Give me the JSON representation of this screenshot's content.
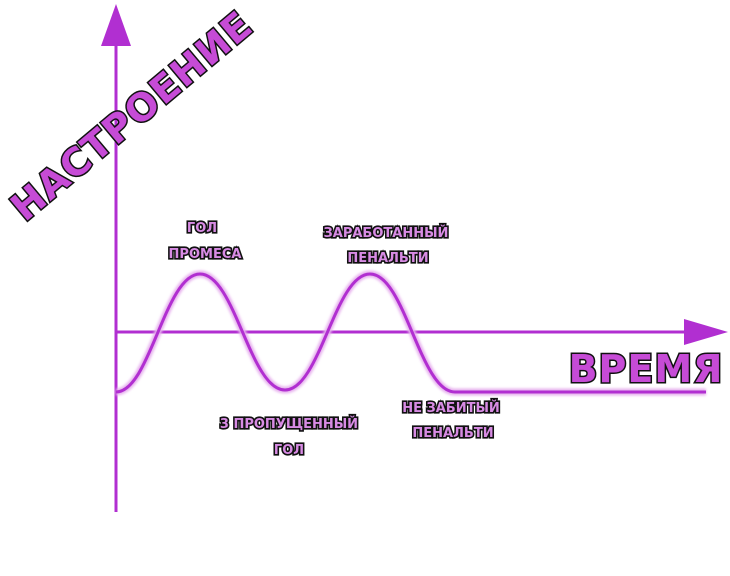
{
  "axes": {
    "y_label": "НАСТРОЕНИЕ",
    "x_label": "ВРЕМЯ"
  },
  "annotations": {
    "goal_miss": {
      "line1": "ГОЛ",
      "line2": "ПРОМЕСА"
    },
    "earned_penalty": {
      "line1": "ЗАРАБОТАННЫЙ",
      "line2": "ПЕНАЛЬТИ"
    },
    "conceded_goal": {
      "line1": "3 ПРОПУЩЕННЫЙ",
      "line2": "ГОЛ"
    },
    "missed_penalty": {
      "line1": "НЕ ЗАБИТЫЙ",
      "line2": "ПЕНАЛЬТИ"
    }
  },
  "colors": {
    "line": "#b12fd1",
    "text_fill": "#c64bd6",
    "outline": "#111111"
  }
}
